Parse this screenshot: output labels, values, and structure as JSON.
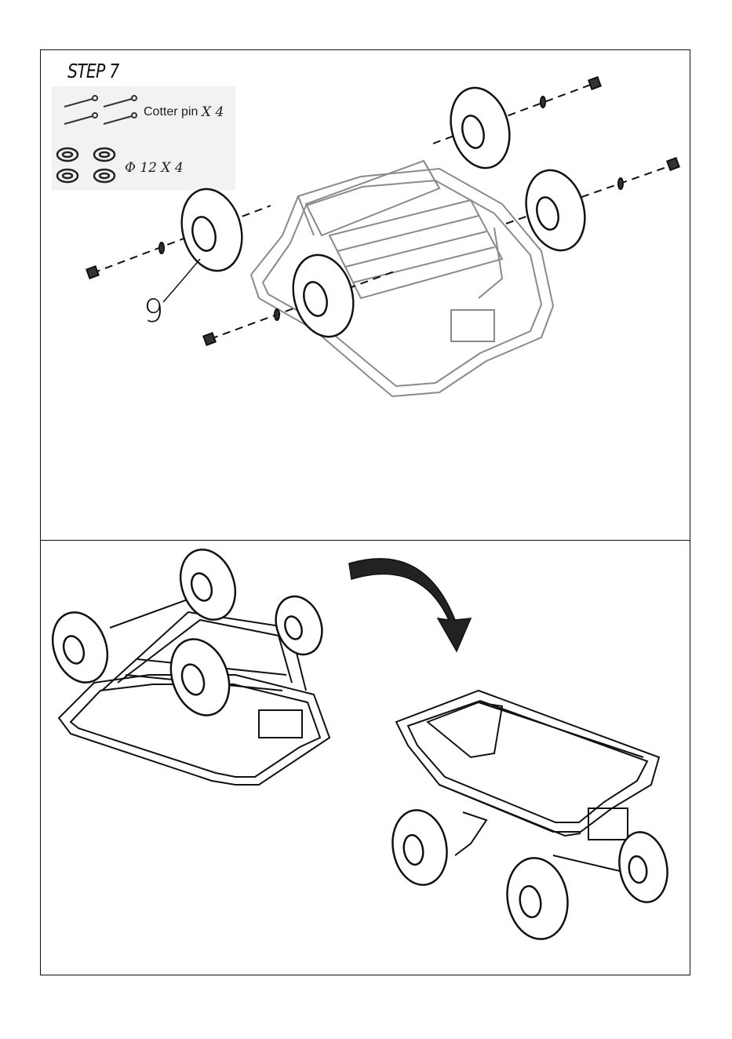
{
  "step": {
    "title": "STEP 7"
  },
  "parts": {
    "cotter_pin": {
      "label": "Cotter pin",
      "qty": "X 4"
    },
    "washer": {
      "label": "Φ 12 X 4"
    }
  },
  "callout": {
    "part_number": "9"
  },
  "icons": [
    "cotter-pin-icon",
    "washer-icon",
    "wagon-chassis-icon",
    "wheel-icon",
    "nut-icon",
    "rotate-arrow-icon",
    "assembled-cart-icon"
  ]
}
